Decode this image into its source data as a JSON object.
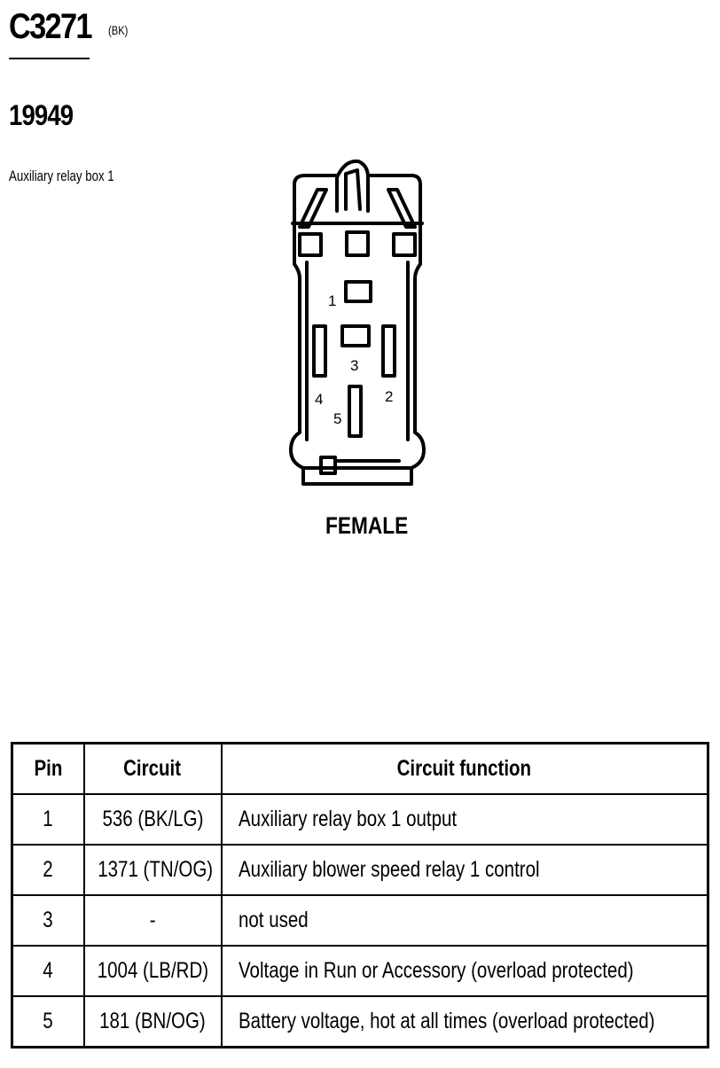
{
  "header": {
    "connector_id": "C3271",
    "connector_color": "(BK)",
    "part_number": "19949",
    "description": "Auxiliary relay box 1"
  },
  "diagram": {
    "pin_labels": [
      "1",
      "2",
      "3",
      "4",
      "5"
    ],
    "gender_label": "FEMALE"
  },
  "table": {
    "headers": [
      "Pin",
      "Circuit",
      "Circuit function"
    ],
    "rows": [
      [
        "1",
        "536 (BK/LG)",
        "Auxiliary relay box 1 output"
      ],
      [
        "2",
        "1371 (TN/OG)",
        "Auxiliary blower speed relay 1 control"
      ],
      [
        "3",
        "-",
        "not used"
      ],
      [
        "4",
        "1004 (LB/RD)",
        "Voltage in Run or Accessory (overload protected)"
      ],
      [
        "5",
        "181 (BN/OG)",
        "Battery voltage, hot at all times (overload protected)"
      ]
    ]
  }
}
